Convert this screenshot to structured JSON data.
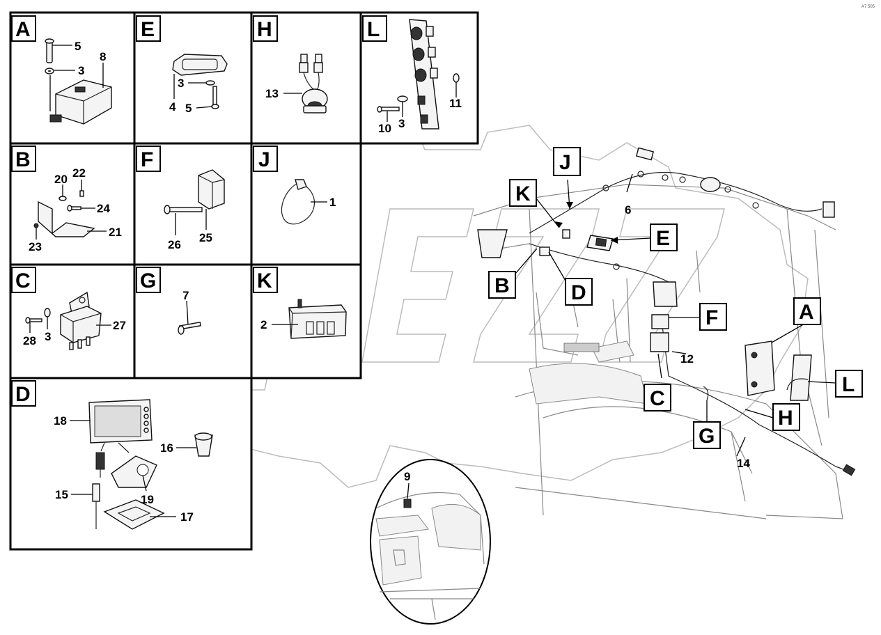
{
  "corner_code": "A7 505",
  "panels": [
    {
      "letter": "A",
      "numbers": [
        "5",
        "3",
        "8"
      ]
    },
    {
      "letter": "E",
      "numbers": [
        "3",
        "4",
        "5"
      ]
    },
    {
      "letter": "H",
      "numbers": [
        "13"
      ]
    },
    {
      "letter": "L",
      "numbers": [
        "11",
        "10",
        "3"
      ]
    },
    {
      "letter": "B",
      "numbers": [
        "20",
        "22",
        "24",
        "23",
        "21"
      ]
    },
    {
      "letter": "F",
      "numbers": [
        "26",
        "25"
      ]
    },
    {
      "letter": "J",
      "numbers": [
        "1"
      ]
    },
    {
      "letter": "C",
      "numbers": [
        "28",
        "3",
        "27"
      ]
    },
    {
      "letter": "G",
      "numbers": [
        "7"
      ]
    },
    {
      "letter": "K",
      "numbers": [
        "2"
      ]
    },
    {
      "letter": "D",
      "numbers": [
        "18",
        "16",
        "15",
        "19",
        "17"
      ]
    }
  ],
  "overview": {
    "callouts": [
      "K",
      "J",
      "E",
      "B",
      "D",
      "F",
      "A",
      "C",
      "L",
      "H",
      "G"
    ],
    "numbers": [
      "6",
      "12",
      "14",
      "9"
    ]
  }
}
